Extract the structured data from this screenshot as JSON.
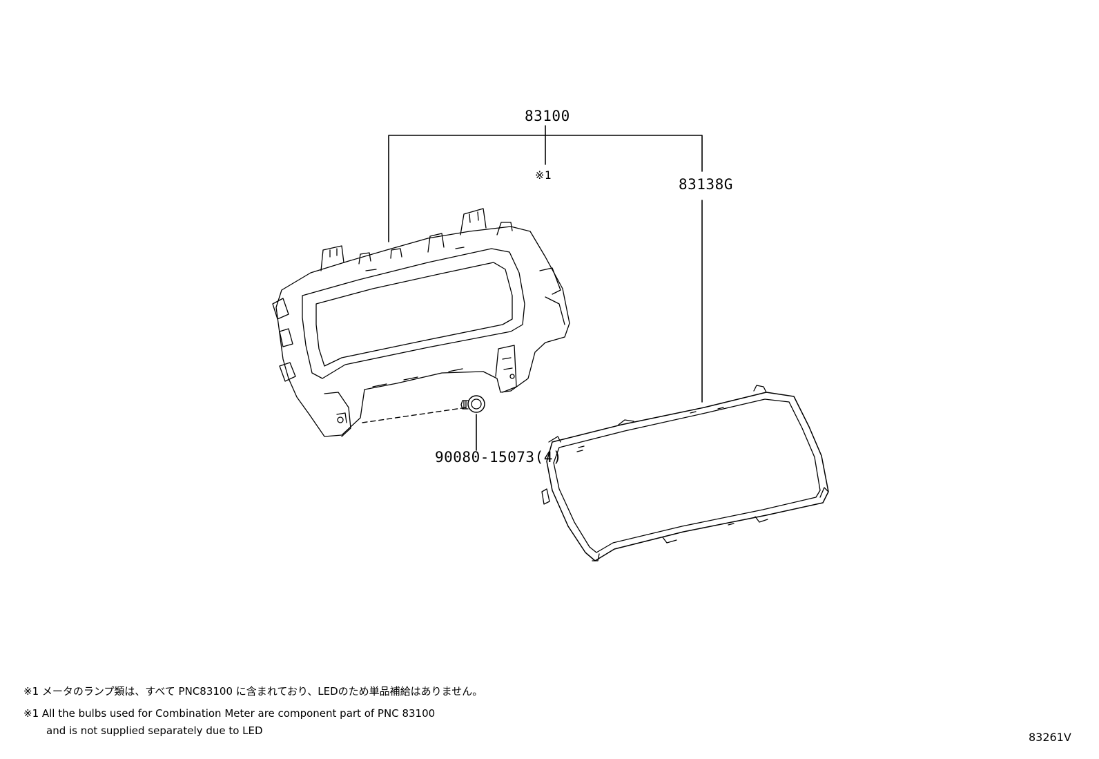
{
  "callouts": {
    "assembly": "83100",
    "note_marker": "※1",
    "lens": "83138G",
    "screw": "90080-15073(4)"
  },
  "notes": {
    "jp": "※1 メータのランプ類は、すべて PNC83100 に含まれており、LEDのため単品補給はありません。",
    "en_line1": "※1 All the bulbs used for Combination Meter are component part of PNC 83100",
    "en_line2": "and is not supplied separately due to LED"
  },
  "illustration_ref": "83261V",
  "colors": {
    "line": "#000000",
    "background": "#ffffff"
  }
}
